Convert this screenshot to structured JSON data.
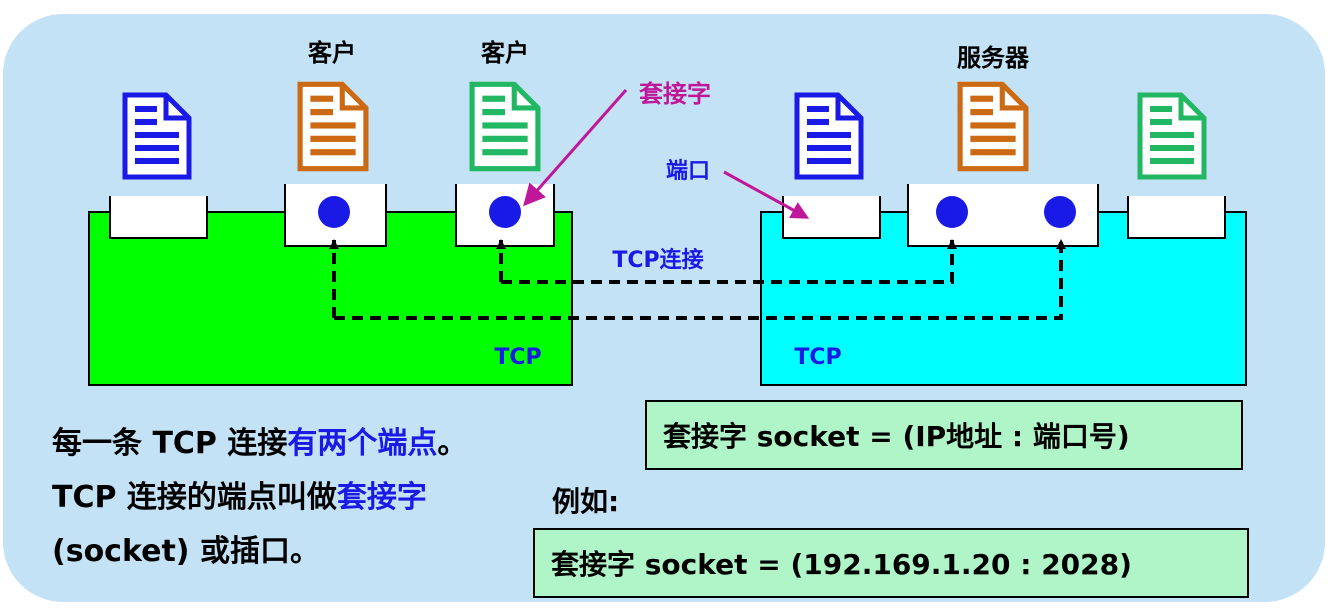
{
  "labels": {
    "client_1": "客户",
    "client_2": "客户",
    "server": "服务器",
    "socket": "套接字",
    "port": "端口",
    "tcp_connection": "TCP连接",
    "tcp_left": "TCP",
    "tcp_right": "TCP"
  },
  "note": {
    "line1_a": "每一条 TCP 连接",
    "line1_b": "有两个端点",
    "line1_c": "。",
    "line2_a": "TCP 连接的端点叫做",
    "line2_b": "套接字",
    "line3": "(socket) 或插口。"
  },
  "definition": "套接字 socket = (IP地址 : 端口号)",
  "example_label": "例如:",
  "example": "套接字 socket = (192.169.1.20 : 2028)",
  "colors": {
    "panel": "#c4e2f5",
    "left_tcp": "#00ff00",
    "right_tcp": "#00ffff",
    "doc_blue": "#1a1ae6",
    "doc_orange": "#cc6a14",
    "doc_green": "#22b863",
    "socket_arrow": "#c0169a",
    "port_label": "#1a1ae6",
    "highlight": "#1a1ae6",
    "formula_box": "#b0f5c8"
  },
  "icons": [
    "document-icon",
    "socket-dot",
    "arrow"
  ]
}
